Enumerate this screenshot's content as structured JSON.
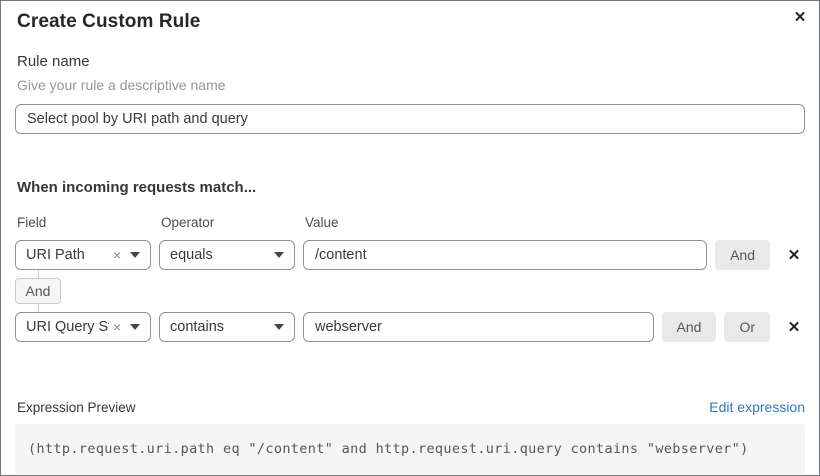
{
  "dialog": {
    "title": "Create Custom Rule"
  },
  "icons": {
    "close": "✕",
    "remove_row": "✕",
    "clear_selection": "×",
    "dropdown": "caret-down-triangle"
  },
  "rule_name": {
    "label": "Rule name",
    "helper": "Give your rule a descriptive name",
    "value": "Select pool by URI path and query"
  },
  "conditions": {
    "heading": "When incoming requests match...",
    "columns": {
      "field": "Field",
      "operator": "Operator",
      "value": "Value"
    },
    "connector_label": "And",
    "rows": [
      {
        "field": "URI Path",
        "operator": "equals",
        "value": "/content",
        "and_label": "And"
      },
      {
        "field": "URI Query St...",
        "operator": "contains",
        "value": "webserver",
        "and_label": "And",
        "or_label": "Or"
      }
    ]
  },
  "expression": {
    "label": "Expression Preview",
    "edit_link": "Edit expression",
    "code": "(http.request.uri.path eq \"/content\" and http.request.uri.query contains \"webserver\")"
  },
  "colors": {
    "link": "#2f7bbf",
    "input_border": "#8e9399",
    "button_bg": "#e9e9ea",
    "code_bg": "#f5f5f6"
  }
}
